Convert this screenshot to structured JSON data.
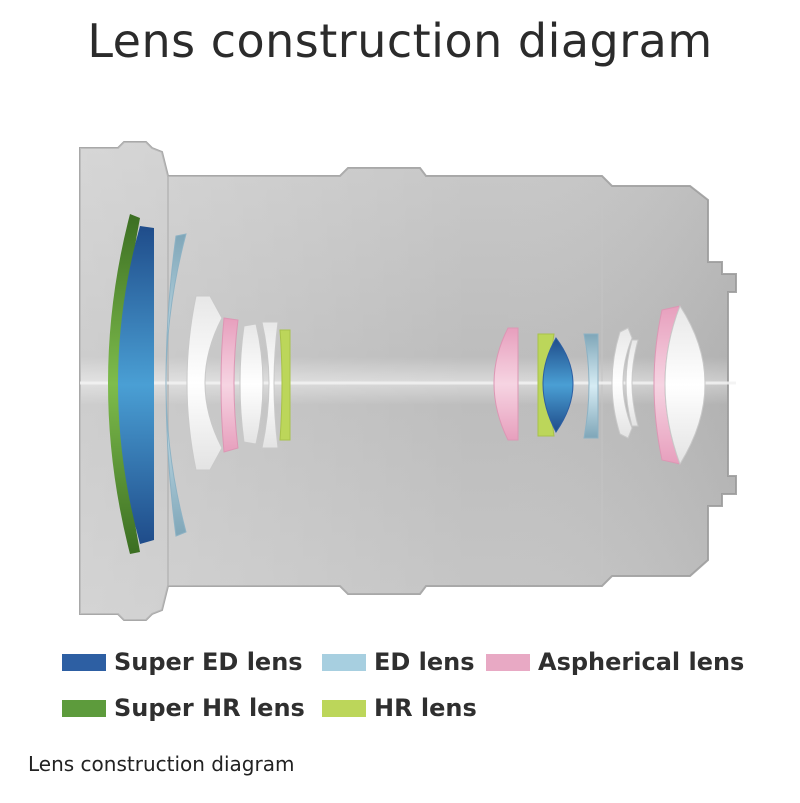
{
  "title": "Lens construction diagram",
  "legend": [
    {
      "label": "Super ED lens",
      "color": "#2d5fa3"
    },
    {
      "label": "ED lens",
      "color": "#a7cfe0"
    },
    {
      "label": "Aspherical lens",
      "color": "#e8a9c4"
    },
    {
      "label": "Super HR lens",
      "color": "#5d9b3c"
    },
    {
      "label": "HR lens",
      "color": "#bcd65a"
    }
  ],
  "caption": "Lens construction diagram"
}
